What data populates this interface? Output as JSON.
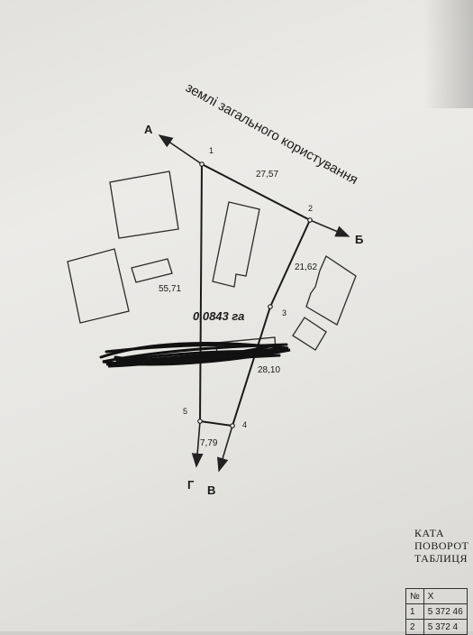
{
  "plan": {
    "neighbor_label": "землі загального користування",
    "area_label": "0,0843 га",
    "direction_labels": {
      "a": "А",
      "b": "Б",
      "v": "В",
      "g": "Г"
    },
    "point_labels": [
      "1",
      "2",
      "3",
      "4",
      "5"
    ],
    "side_lengths": {
      "s1_2": "27,57",
      "s2_3": "21,62",
      "s3_4": "28,10",
      "s4_5": "7,79",
      "s5_1": "55,71"
    }
  },
  "table": {
    "title_lines": [
      "КАТА",
      "ПОВОРОТ",
      "ТАБЛИЦЯ"
    ],
    "headers": [
      "№",
      "X"
    ],
    "rows": [
      {
        "n": "1",
        "x": "5 372 46"
      },
      {
        "n": "2",
        "x": "5 372 4"
      }
    ]
  },
  "colors": {
    "paper": "#e8e7e4",
    "ink": "#1a1a1a",
    "scribble": "#111111"
  }
}
